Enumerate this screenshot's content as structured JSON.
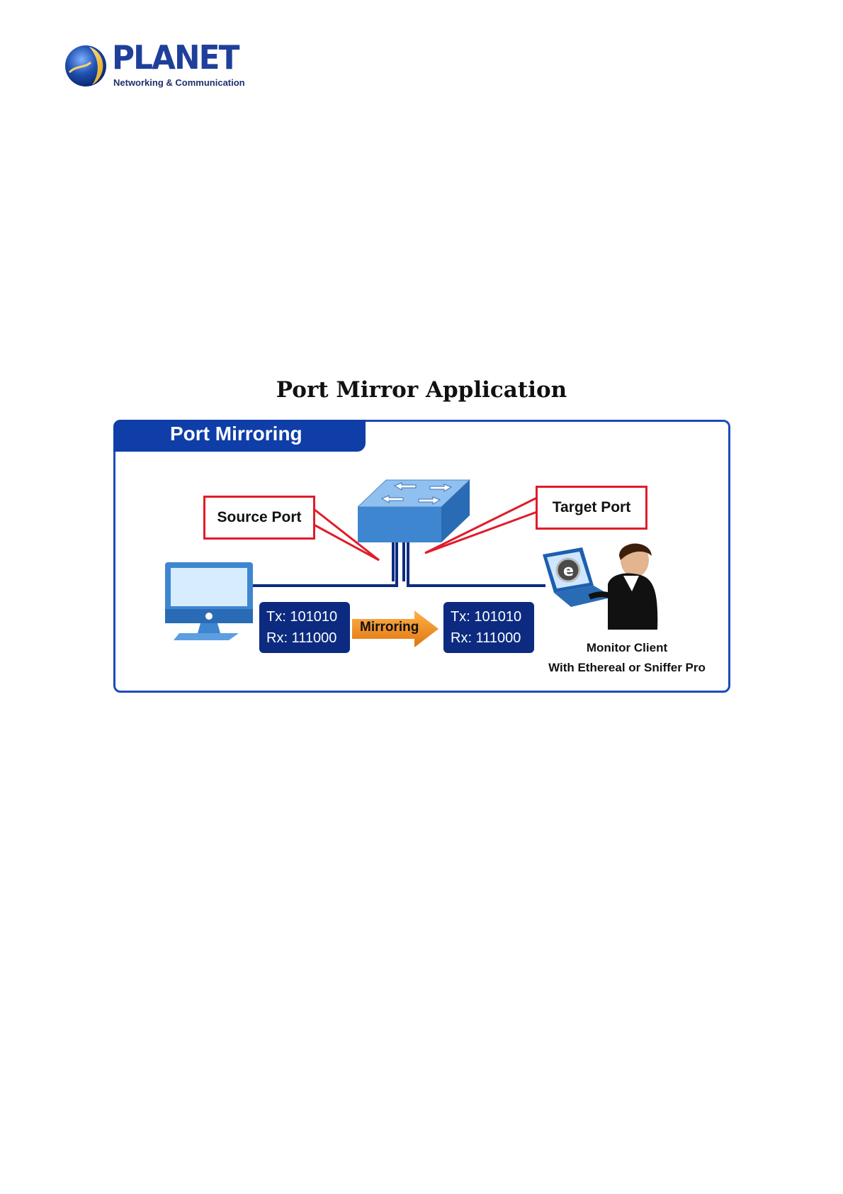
{
  "header": {
    "brand_name": "PLANET",
    "brand_tagline": "Networking & Communication"
  },
  "figure": {
    "title": "Port Mirror Application",
    "panel_title": "Port Mirroring",
    "source_port_label": "Source Port",
    "target_port_label": "Target Port",
    "source_data": {
      "tx": "Tx: 101010",
      "rx": "Rx: 111000"
    },
    "mirroring_label": "Mirroring",
    "target_data": {
      "tx": "Tx: 101010",
      "rx": "Rx: 111000"
    },
    "monitor_caption_line1": "Monitor Client",
    "monitor_caption_line2": "With Ethereal or Sniffer Pro"
  },
  "colors": {
    "brand_blue": "#1f3f9a",
    "frame_blue": "#1c4bb8",
    "callout_red": "#e01c2a",
    "mirror_orange": "#f08a1c",
    "databox_navy": "#0c2b80"
  },
  "icons": [
    "planet-globe-icon",
    "network-switch-icon",
    "desktop-computer-icon",
    "laptop-user-icon"
  ]
}
